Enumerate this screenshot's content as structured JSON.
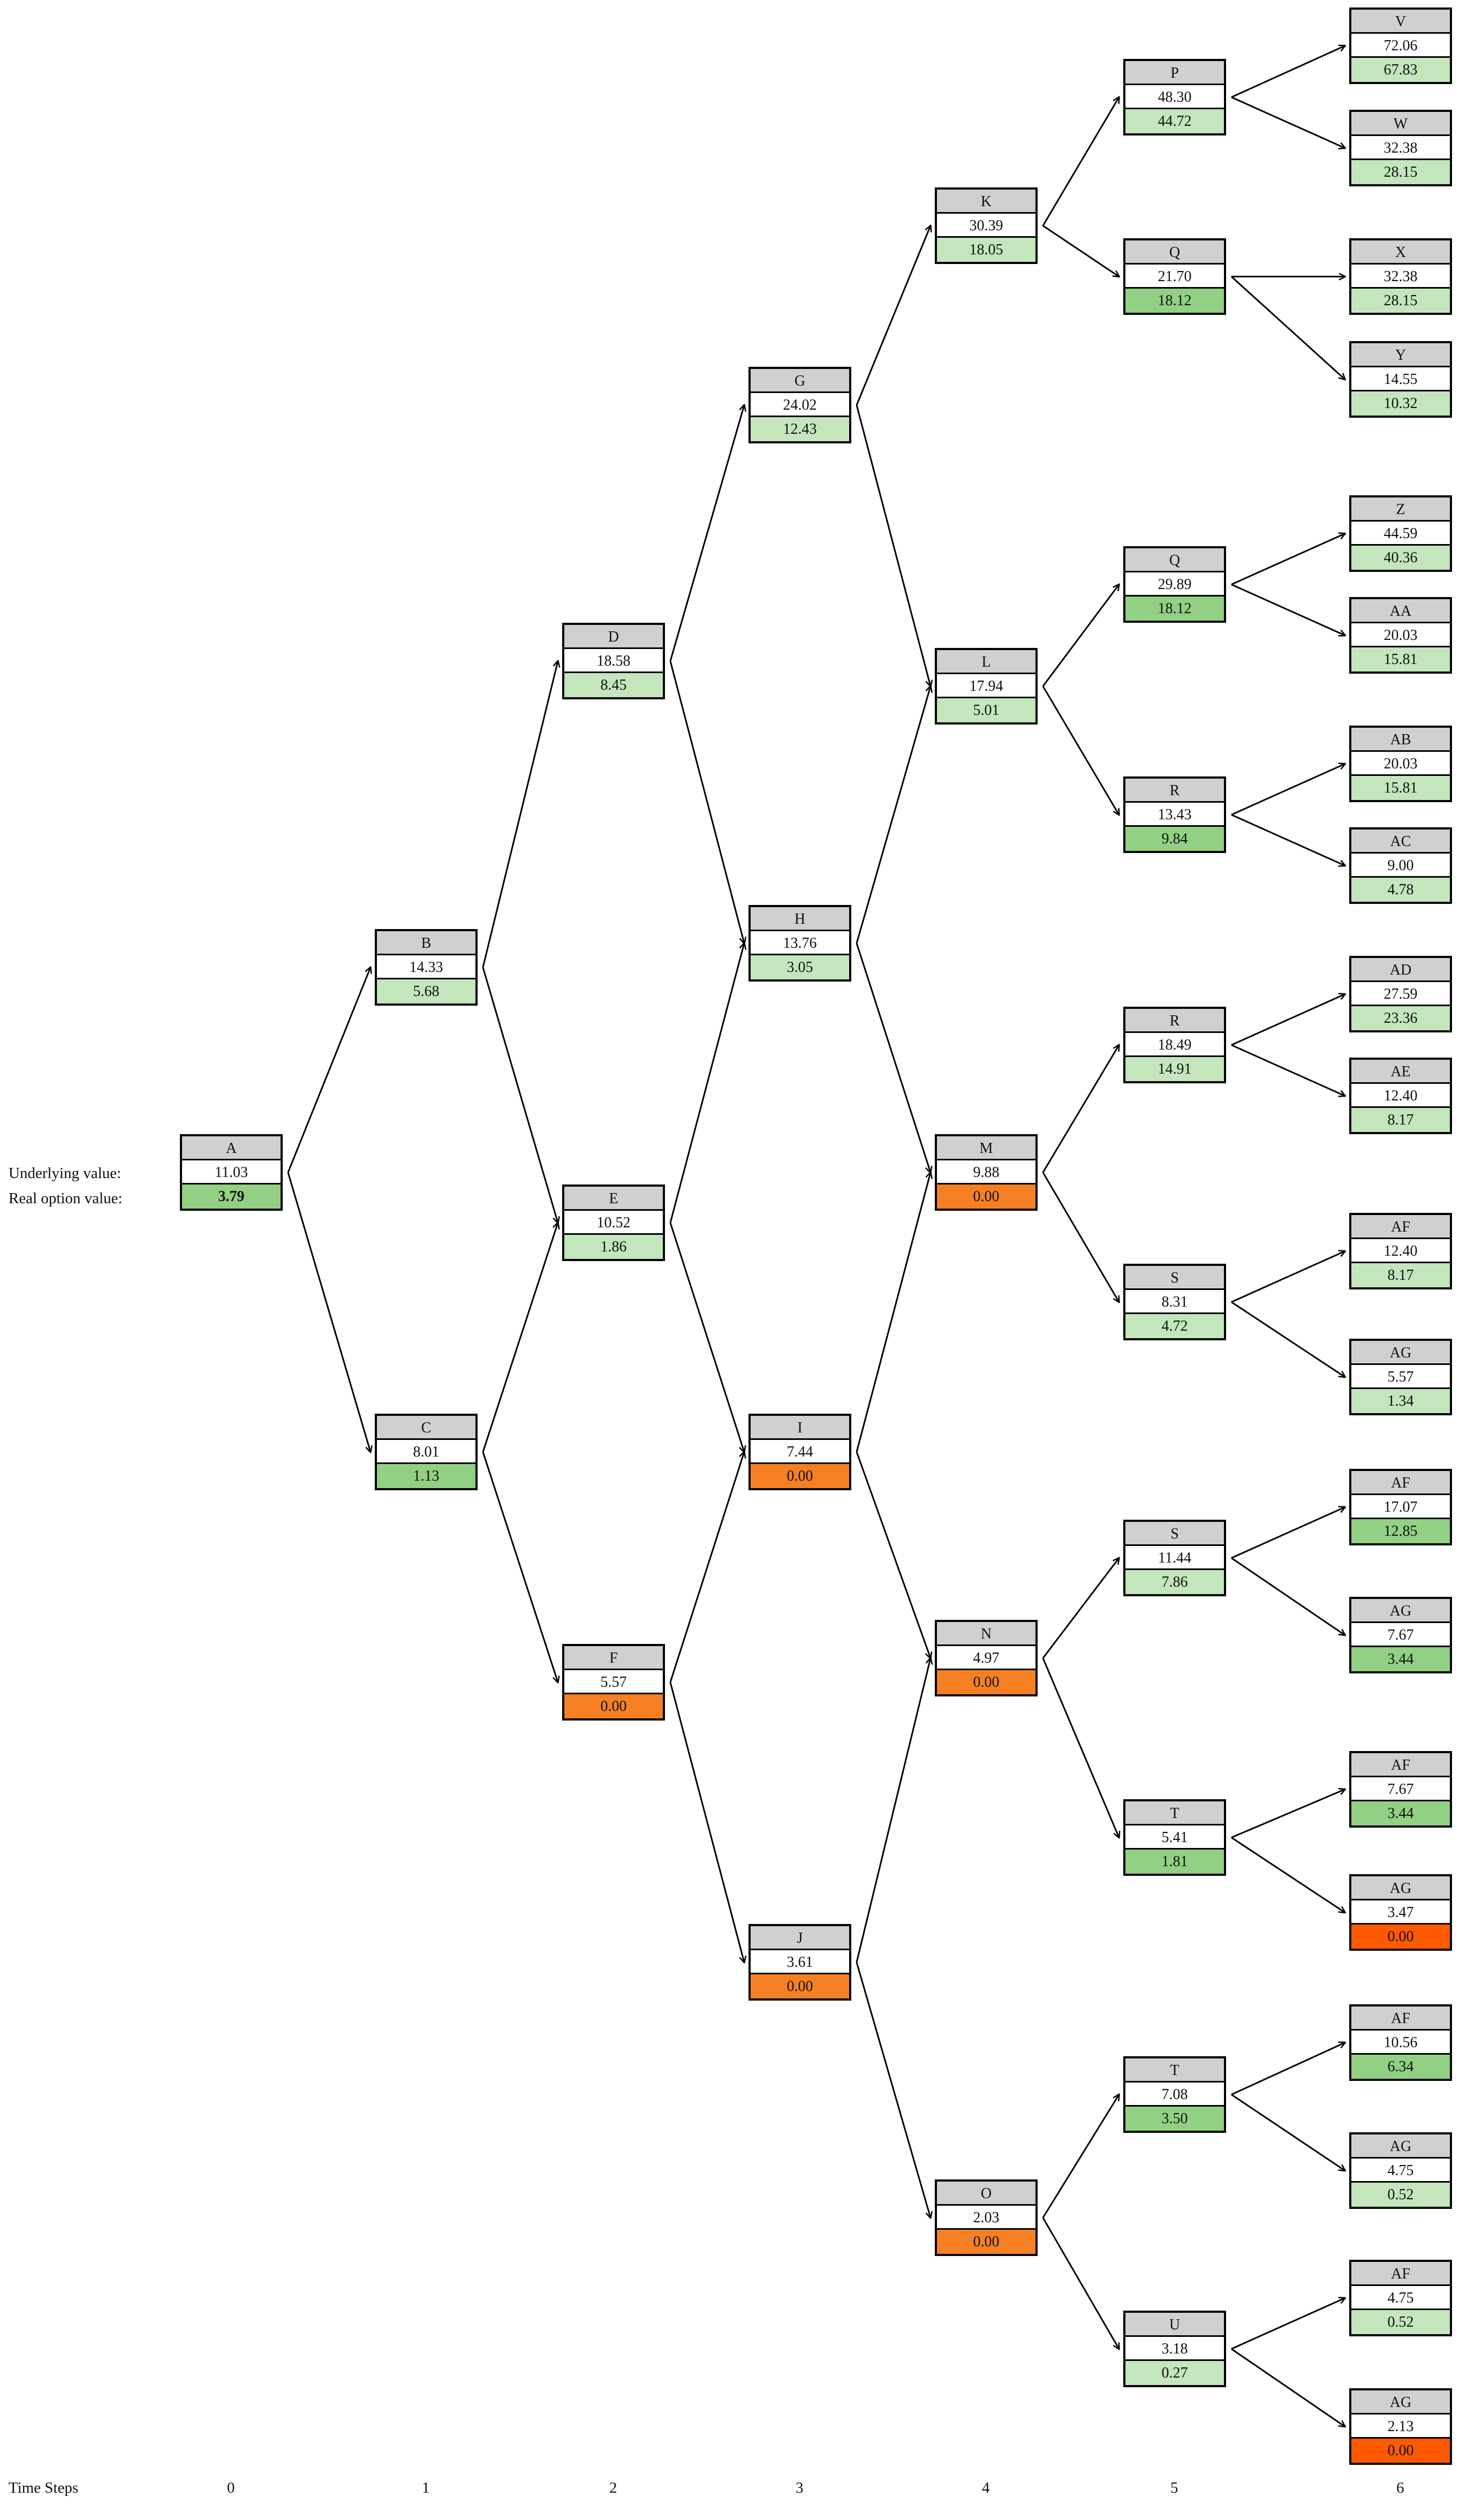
{
  "labels": {
    "underlying": "Underlying value:",
    "option": "Real option value:",
    "time_steps": "Time Steps"
  },
  "steps": [
    "0",
    "1",
    "2",
    "3",
    "4",
    "5",
    "6"
  ],
  "colors": {
    "light": "#c3e6bd",
    "mid": "#92d083",
    "orange": "#f58023",
    "red": "#ff5a00",
    "header": "#d0d0d0"
  },
  "nodes": [
    {
      "id": "A",
      "label": "A",
      "underlying": "11.03",
      "option": "3.79",
      "style": "mid",
      "bold": true
    },
    {
      "id": "B",
      "label": "B",
      "underlying": "14.33",
      "option": "5.68",
      "style": "light"
    },
    {
      "id": "C",
      "label": "C",
      "underlying": "8.01",
      "option": "1.13",
      "style": "mid"
    },
    {
      "id": "D",
      "label": "D",
      "underlying": "18.58",
      "option": "8.45",
      "style": "light"
    },
    {
      "id": "E",
      "label": "E",
      "underlying": "10.52",
      "option": "1.86",
      "style": "light"
    },
    {
      "id": "F",
      "label": "F",
      "underlying": "5.57",
      "option": "0.00",
      "style": "orange"
    },
    {
      "id": "G",
      "label": "G",
      "underlying": "24.02",
      "option": "12.43",
      "style": "light"
    },
    {
      "id": "H",
      "label": "H",
      "underlying": "13.76",
      "option": "3.05",
      "style": "light"
    },
    {
      "id": "I",
      "label": "I",
      "underlying": "7.44",
      "option": "0.00",
      "style": "orange"
    },
    {
      "id": "J",
      "label": "J",
      "underlying": "3.61",
      "option": "0.00",
      "style": "orange"
    },
    {
      "id": "K",
      "label": "K",
      "underlying": "30.39",
      "option": "18.05",
      "style": "light"
    },
    {
      "id": "L",
      "label": "L",
      "underlying": "17.94",
      "option": "5.01",
      "style": "light"
    },
    {
      "id": "M",
      "label": "M",
      "underlying": "9.88",
      "option": "0.00",
      "style": "orange"
    },
    {
      "id": "N",
      "label": "N",
      "underlying": "4.97",
      "option": "0.00",
      "style": "orange"
    },
    {
      "id": "O",
      "label": "O",
      "underlying": "2.03",
      "option": "0.00",
      "style": "orange"
    },
    {
      "id": "P",
      "label": "P",
      "underlying": "48.30",
      "option": "44.72",
      "style": "light"
    },
    {
      "id": "Q1",
      "label": "Q",
      "underlying": "21.70",
      "option": "18.12",
      "style": "mid"
    },
    {
      "id": "Q2",
      "label": "Q",
      "underlying": "29.89",
      "option": "18.12",
      "style": "mid"
    },
    {
      "id": "R1",
      "label": "R",
      "underlying": "13.43",
      "option": "9.84",
      "style": "mid"
    },
    {
      "id": "R2",
      "label": "R",
      "underlying": "18.49",
      "option": "14.91",
      "style": "light"
    },
    {
      "id": "S1",
      "label": "S",
      "underlying": "8.31",
      "option": "4.72",
      "style": "light"
    },
    {
      "id": "S2",
      "label": "S",
      "underlying": "11.44",
      "option": "7.86",
      "style": "light"
    },
    {
      "id": "T1",
      "label": "T",
      "underlying": "5.41",
      "option": "1.81",
      "style": "mid"
    },
    {
      "id": "T2",
      "label": "T",
      "underlying": "7.08",
      "option": "3.50",
      "style": "mid"
    },
    {
      "id": "U",
      "label": "U",
      "underlying": "3.18",
      "option": "0.27",
      "style": "light"
    },
    {
      "id": "V",
      "label": "V",
      "underlying": "72.06",
      "option": "67.83",
      "style": "light"
    },
    {
      "id": "W",
      "label": "W",
      "underlying": "32.38",
      "option": "28.15",
      "style": "light"
    },
    {
      "id": "X",
      "label": "X",
      "underlying": "32.38",
      "option": "28.15",
      "style": "light"
    },
    {
      "id": "Y",
      "label": "Y",
      "underlying": "14.55",
      "option": "10.32",
      "style": "light"
    },
    {
      "id": "Z",
      "label": "Z",
      "underlying": "44.59",
      "option": "40.36",
      "style": "light"
    },
    {
      "id": "AA",
      "label": "AA",
      "underlying": "20.03",
      "option": "15.81",
      "style": "light"
    },
    {
      "id": "AB",
      "label": "AB",
      "underlying": "20.03",
      "option": "15.81",
      "style": "light"
    },
    {
      "id": "AC",
      "label": "AC",
      "underlying": "9.00",
      "option": "4.78",
      "style": "light"
    },
    {
      "id": "AD",
      "label": "AD",
      "underlying": "27.59",
      "option": "23.36",
      "style": "light"
    },
    {
      "id": "AE",
      "label": "AE",
      "underlying": "12.40",
      "option": "8.17",
      "style": "light"
    },
    {
      "id": "AF1",
      "label": "AF",
      "underlying": "12.40",
      "option": "8.17",
      "style": "light"
    },
    {
      "id": "AG1",
      "label": "AG",
      "underlying": "5.57",
      "option": "1.34",
      "style": "light"
    },
    {
      "id": "AF2",
      "label": "AF",
      "underlying": "17.07",
      "option": "12.85",
      "style": "mid"
    },
    {
      "id": "AG2",
      "label": "AG",
      "underlying": "7.67",
      "option": "3.44",
      "style": "mid"
    },
    {
      "id": "AF3",
      "label": "AF",
      "underlying": "7.67",
      "option": "3.44",
      "style": "mid"
    },
    {
      "id": "AG3",
      "label": "AG",
      "underlying": "3.47",
      "option": "0.00",
      "style": "red"
    },
    {
      "id": "AF4",
      "label": "AF",
      "underlying": "10.56",
      "option": "6.34",
      "style": "mid"
    },
    {
      "id": "AG4",
      "label": "AG",
      "underlying": "4.75",
      "option": "0.52",
      "style": "light"
    },
    {
      "id": "AF5",
      "label": "AF",
      "underlying": "4.75",
      "option": "0.52",
      "style": "light"
    },
    {
      "id": "AG5",
      "label": "AG",
      "underlying": "2.13",
      "option": "0.00",
      "style": "red"
    }
  ],
  "edges": [
    [
      "A",
      "B"
    ],
    [
      "A",
      "C"
    ],
    [
      "B",
      "D"
    ],
    [
      "B",
      "E"
    ],
    [
      "C",
      "E"
    ],
    [
      "C",
      "F"
    ],
    [
      "D",
      "G"
    ],
    [
      "D",
      "H"
    ],
    [
      "E",
      "H"
    ],
    [
      "E",
      "I"
    ],
    [
      "F",
      "I"
    ],
    [
      "F",
      "J"
    ],
    [
      "G",
      "K"
    ],
    [
      "G",
      "L"
    ],
    [
      "H",
      "L"
    ],
    [
      "H",
      "M"
    ],
    [
      "I",
      "M"
    ],
    [
      "I",
      "N"
    ],
    [
      "J",
      "N"
    ],
    [
      "J",
      "O"
    ],
    [
      "K",
      "P"
    ],
    [
      "K",
      "Q1"
    ],
    [
      "L",
      "Q2"
    ],
    [
      "L",
      "R1"
    ],
    [
      "M",
      "R2"
    ],
    [
      "M",
      "S1"
    ],
    [
      "N",
      "S2"
    ],
    [
      "N",
      "T1"
    ],
    [
      "O",
      "T2"
    ],
    [
      "O",
      "U"
    ],
    [
      "P",
      "V"
    ],
    [
      "P",
      "W"
    ],
    [
      "Q1",
      "X"
    ],
    [
      "Q1",
      "Y"
    ],
    [
      "Q2",
      "Z"
    ],
    [
      "Q2",
      "AA"
    ],
    [
      "R1",
      "AB"
    ],
    [
      "R1",
      "AC"
    ],
    [
      "R2",
      "AD"
    ],
    [
      "R2",
      "AE"
    ],
    [
      "S1",
      "AF1"
    ],
    [
      "S1",
      "AG1"
    ],
    [
      "S2",
      "AF2"
    ],
    [
      "S2",
      "AG2"
    ],
    [
      "T1",
      "AF3"
    ],
    [
      "T1",
      "AG3"
    ],
    [
      "T2",
      "AF4"
    ],
    [
      "T2",
      "AG4"
    ],
    [
      "U",
      "AF5"
    ],
    [
      "U",
      "AG5"
    ]
  ]
}
